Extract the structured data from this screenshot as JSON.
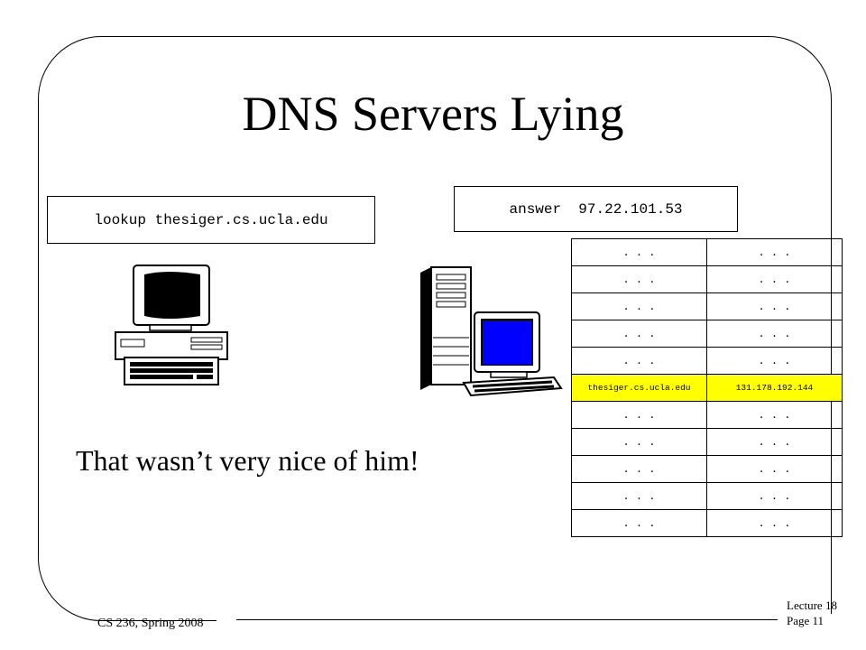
{
  "slide": {
    "title": "DNS Servers Lying",
    "lookup_text": "lookup thesiger.cs.ucla.edu",
    "answer_text": "answer  97.22.101.53",
    "caption": "That wasn’t very nice of him!",
    "footer_course": "CS 236, Spring 2008",
    "footer_lecture": "Lecture 18",
    "footer_page": "Page 11"
  },
  "dns_table": {
    "rows": [
      {
        "name": ". . .",
        "addr": ". . ."
      },
      {
        "name": ". . .",
        "addr": ". . ."
      },
      {
        "name": ". . .",
        "addr": ". . ."
      },
      {
        "name": ". . .",
        "addr": ". . ."
      },
      {
        "name": ". . .",
        "addr": ". . ."
      },
      {
        "name": "thesiger.cs.ucla.edu",
        "addr": "131.178.192.144"
      },
      {
        "name": ". . .",
        "addr": ". . ."
      },
      {
        "name": ". . .",
        "addr": ". . ."
      },
      {
        "name": ". . .",
        "addr": ". . ."
      },
      {
        "name": ". . .",
        "addr": ". . ."
      },
      {
        "name": ". . .",
        "addr": ". . ."
      }
    ],
    "highlight_color": "#ffff00"
  },
  "icons": {
    "client": "desktop-computer-icon",
    "server": "server-computer-icon"
  }
}
